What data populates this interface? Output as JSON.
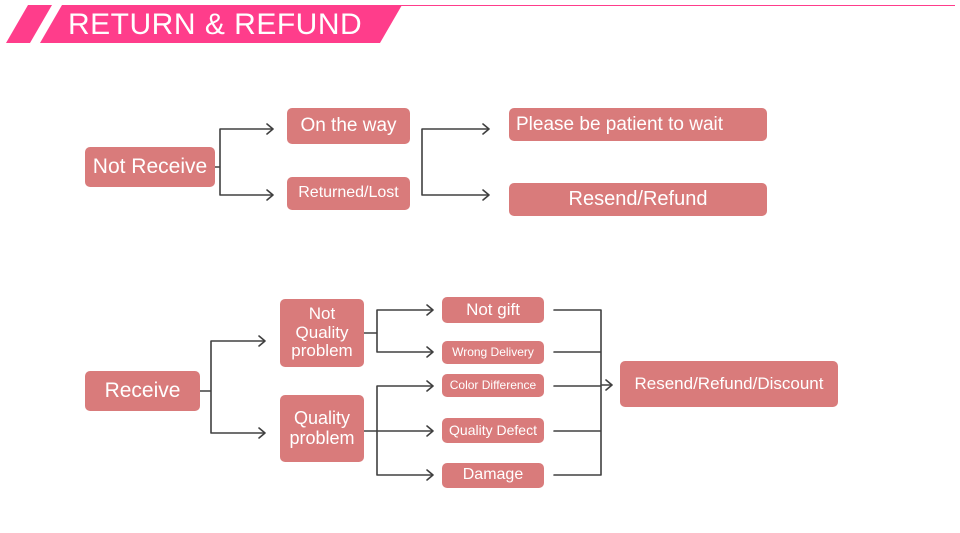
{
  "header": {
    "title": "RETURN & REFUND"
  },
  "colors": {
    "accent": "#ff3d8b",
    "node": "#d97b7b",
    "line": "#404040"
  },
  "not_receive": {
    "root": "Not Receive",
    "on_the_way": "On the way",
    "returned_lost": "Returned/Lost",
    "wait": "Please be patient to wait",
    "resend_refund": "Resend/Refund"
  },
  "receive": {
    "root": "Receive",
    "not_quality": "Not Quality problem",
    "quality": "Quality problem",
    "not_gift": "Not gift",
    "wrong_delivery": "Wrong Delivery",
    "color_difference": "Color Difference",
    "quality_defect": "Quality Defect",
    "damage": "Damage",
    "outcome": "Resend/Refund/Discount"
  }
}
